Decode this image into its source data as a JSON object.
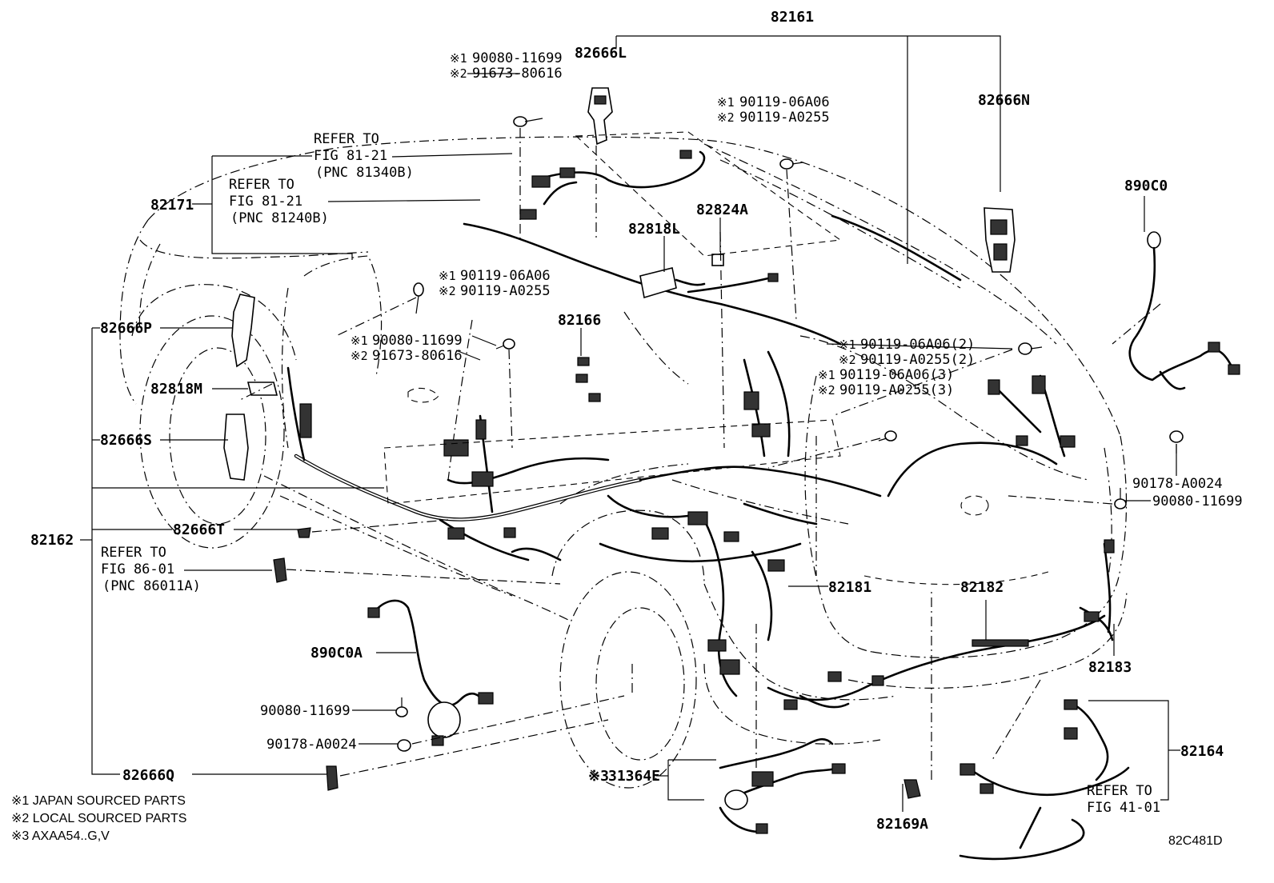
{
  "labels": {
    "p82161": "82161",
    "p82666L": "82666L",
    "p82666N": "82666N",
    "p890C0": "890C0",
    "p82171": "82171",
    "p82824A": "82824A",
    "p82818L": "82818L",
    "p82166": "82166",
    "p82666P": "82666P",
    "p82818M": "82818M",
    "p82666S": "82666S",
    "p82162": "82162",
    "p82666T": "82666T",
    "p890C0A": "890C0A",
    "p82666Q": "82666Q",
    "p82181": "82181",
    "p82182": "82182",
    "p82183": "82183",
    "p82164": "82164",
    "p82169A": "82169A",
    "p31364E": "31364E",
    "p90178_right": "90178-A0024",
    "p90080_right": "90080-11699",
    "p90080_left": "90080-11699",
    "p90178_left": "90178-A0024"
  },
  "callouts": {
    "top_bolt": {
      "line1": "90080-11699",
      "line2": "91673-80616"
    },
    "top_clip": {
      "line1": "90119-06A06",
      "line2": "90119-A0255"
    },
    "mid_clip": {
      "line1": "90119-06A06",
      "line2": "90119-A0255"
    },
    "mid_bolt": {
      "line1": "90080-11699",
      "line2": "91673-80616"
    },
    "right_clip2": {
      "line1": "90119-06A06(2)",
      "line2": "90119-A0255(2)"
    },
    "right_clip3": {
      "line1": "90119-06A06(3)",
      "line2": "90119-A0255(3)"
    }
  },
  "marks": {
    "m1": "※1",
    "m2": "※2",
    "m3": "※3"
  },
  "refers": {
    "r1": {
      "l1": "REFER TO",
      "l2": "FIG 81-21",
      "l3": "(PNC 81340B)"
    },
    "r2": {
      "l1": "REFER TO",
      "l2": "FIG 81-21",
      "l3": "(PNC 81240B)"
    },
    "r3": {
      "l1": "REFER TO",
      "l2": "FIG 86-01",
      "l3": "(PNC 86011A)"
    },
    "r4": {
      "l1": "REFER TO",
      "l2": "FIG 41-01"
    }
  },
  "notes": {
    "n1": "※1 JAPAN SOURCED PARTS",
    "n2": "※2 LOCAL SOURCED PARTS",
    "n3": "※3 AXAA54..G,V"
  },
  "figure_code": "82C481D"
}
